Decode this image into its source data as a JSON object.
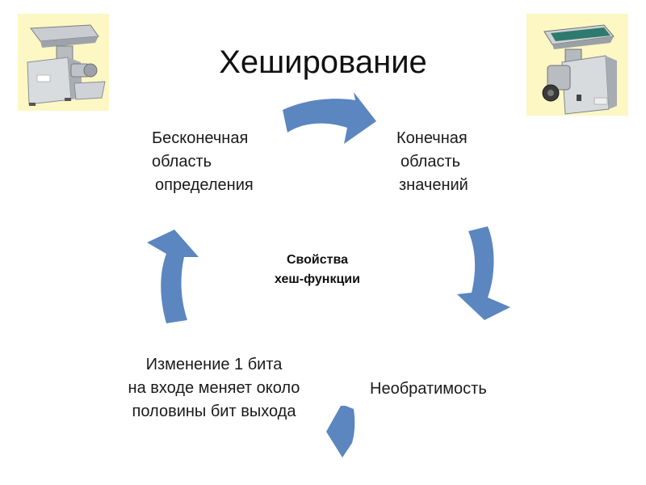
{
  "title": "Хеширование",
  "nodes": {
    "top_left": [
      "Бесконечная",
      "область",
      "определения"
    ],
    "top_right": [
      "Конечная",
      "область",
      "значений"
    ],
    "bottom_right": [
      "Необратимость"
    ],
    "bottom_left": [
      "Изменение 1 бита",
      "на входе меняет около",
      "половины бит выхода"
    ]
  },
  "center": [
    "Свойства",
    "хеш-функции"
  ],
  "colors": {
    "arrow": "#5b86bf",
    "photo_bg": "#fcf7c3"
  },
  "icons": {
    "left_photo": "meat-grinder-icon",
    "right_photo": "meat-grinder-icon"
  }
}
